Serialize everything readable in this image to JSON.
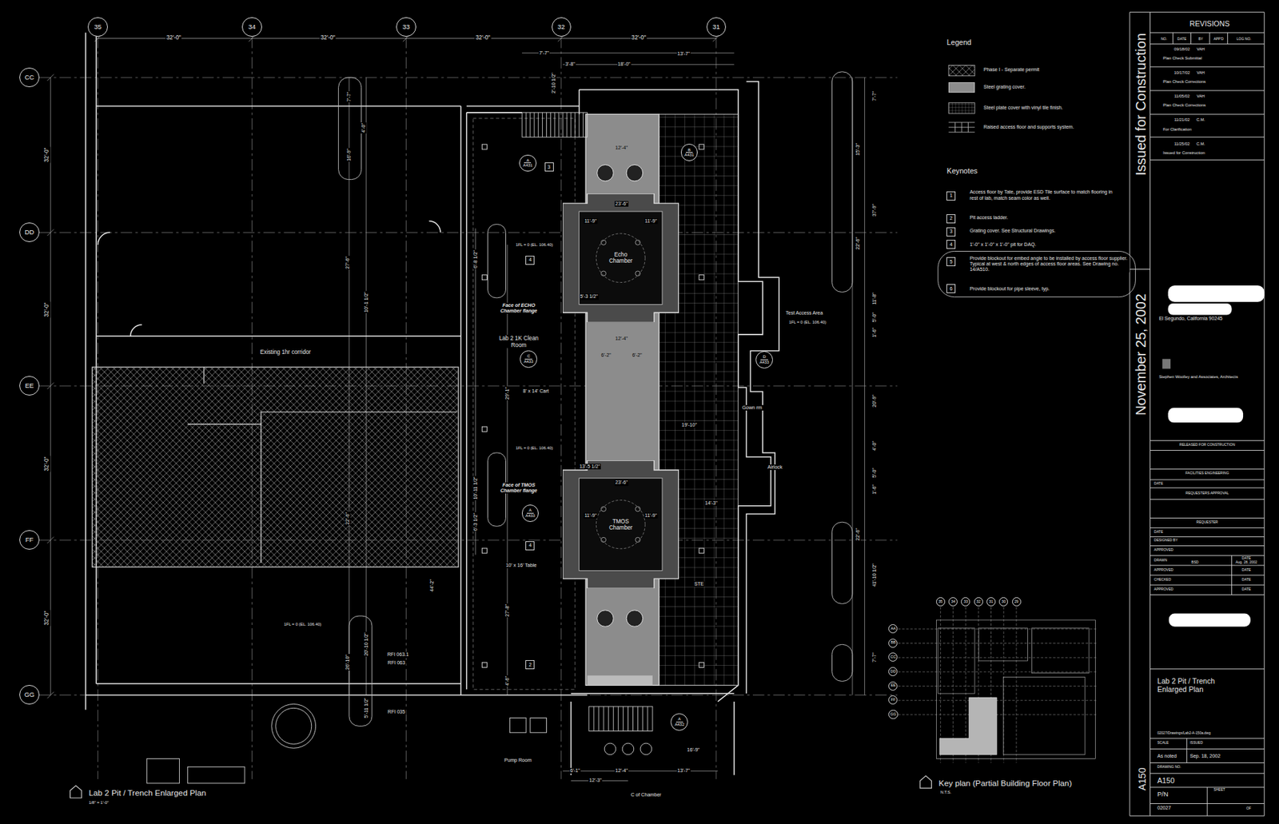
{
  "diagram": {
    "title": "Lab 2 Pit / Trench Enlarged Plan",
    "nodes": [
      {
        "text": [
          "35"
        ]
      },
      {
        "text": [
          "34"
        ]
      },
      {
        "text": [
          "33"
        ]
      },
      {
        "text": [
          "32"
        ]
      },
      {
        "text": [
          "31"
        ]
      },
      {
        "text": [
          "CC"
        ]
      },
      {
        "text": [
          "DD"
        ]
      },
      {
        "text": [
          "EE"
        ]
      },
      {
        "text": [
          "FF"
        ]
      },
      {
        "text": [
          "GG"
        ]
      },
      {
        "text": [
          "Echo Chamber"
        ]
      },
      {
        "text": [
          "TMOS Chamber"
        ]
      },
      {
        "text": [
          "A",
          "A431"
        ]
      },
      {
        "text": [
          "B",
          "A431"
        ]
      },
      {
        "text": [
          "C",
          "A433"
        ]
      },
      {
        "text": [
          "A",
          "A433"
        ]
      },
      {
        "text": [
          "D",
          "A433"
        ]
      },
      {
        "text": [
          "A",
          "A432"
        ]
      },
      {
        "text": [
          "1"
        ]
      },
      {
        "text": [
          "2"
        ]
      },
      {
        "text": [
          "3"
        ]
      },
      {
        "text": [
          "4"
        ]
      },
      {
        "text": [
          "5"
        ]
      },
      {
        "text": [
          "6"
        ]
      },
      {
        "text": [
          "3"
        ]
      },
      {
        "text": [
          "4"
        ]
      },
      {
        "text": [
          "4"
        ]
      },
      {
        "text": [
          "2"
        ]
      },
      {
        "text": [
          "35"
        ]
      },
      {
        "text": [
          "34"
        ]
      },
      {
        "text": [
          "33"
        ]
      },
      {
        "text": [
          "32"
        ]
      },
      {
        "text": [
          "31"
        ]
      },
      {
        "text": [
          "30"
        ]
      },
      {
        "text": [
          "29"
        ]
      },
      {
        "text": [
          "AA"
        ]
      },
      {
        "text": [
          "BB"
        ]
      },
      {
        "text": [
          "CC"
        ]
      },
      {
        "text": [
          "DD"
        ]
      },
      {
        "text": [
          "EE"
        ]
      },
      {
        "text": [
          "FF"
        ]
      },
      {
        "text": [
          "GG"
        ]
      }
    ],
    "labels": [
      "32'-0\"",
      "32'-0\"",
      "32'-0\"",
      "32'-0\"",
      "32'-0\"",
      "32'-0\"",
      "32'-0\"",
      "32'-0\"",
      "7'-7\"",
      "13'-7\"",
      "3'-8\"",
      "18'-0\"",
      "2'-10 1/2\"",
      "12'-4\"",
      "23'-6\"",
      "11'-9\"",
      "11'-9\"",
      "5'-3 1/2\"",
      "12'-4\"",
      "6'-2\"",
      "6'-2\"",
      "19'-10\"",
      "13'-5 1/2\"",
      "23'-6\"",
      "14'-3\"",
      "11'-9\"",
      "11'-9\"",
      "16'-9\"",
      "6'-1\"",
      "12'-4\"",
      "13'-7\"",
      "12'-3\"",
      "7'-7\"",
      "15'-3\"",
      "37'-9\"",
      "22'-6\"",
      "11'-8\"",
      "5'-0\"",
      "1'-6\"",
      "20'-9\"",
      "4'-0\"",
      "5'-0\"",
      "1'-6\"",
      "22'-6\"",
      "41'-10 1/2\"",
      "7'-7\"",
      "7'-7\"",
      "4'-0\"",
      "16'-9\"",
      "6'-8 1/2\"",
      "27'-6\"",
      "10'-1 1/2\"",
      "29'-1\"",
      "10'-11 1/2\"",
      "22'-6\"",
      "6'-3 1/2\"",
      "44'-2\"",
      "27'-8\"",
      "20'-10 1/2\"",
      "26'-10\"",
      "4'-6\"",
      "5'-11 1/2\"",
      "Existing 1hr corridor",
      "Lab 2 1K Clean Room",
      "Face of ECHO Chamber flange",
      "Face of TMOS Chamber flange",
      "8' x 14' Cart",
      "10' x 16' Table",
      "Test Access Area",
      "Gown rm",
      "Airlock",
      "STE",
      "Pump Room",
      "RFI 063.1",
      "RFI 063",
      "RFI 035",
      "1FL = 0 (EL. 106.40)",
      "1FL = 0 (EL. 106.40)",
      "1FL = 0 (EL. 106.40)",
      "1FL = 0 (EL. 106.40)",
      "C of Chamber",
      "1/8\" = 1'-0\"",
      "Key plan (Partial Building Floor Plan)",
      "N.T.S.",
      "Legend",
      "Keynotes",
      "Access floor by Tate, provide ESD Tile surface to match flooring in rest of lab, match seam color as well.",
      "Pit access ladder.",
      "Grating cover. See Structural Drawings.",
      "1'-0\" x 1'-0\" x 1'-0\" pit for DAQ.",
      "Provide blockout for embed angle to be installed by access floor supplier. Typical at west & north edges of access floor areas. See Drawing no. 14/A510.",
      "Provide blockout for pipe sleeve, typ.",
      "REVISIONS",
      "NO.",
      "DATE",
      "BY",
      "APP'D",
      "LOG NO.",
      "09/18/02",
      "VAH",
      "Plan Check Submittal",
      "10/17/02",
      "VAH",
      "Plan Check Corrections",
      "11/05/02",
      "VAH",
      "Plan Check Corrections",
      "11/21/02",
      "C.M.",
      "For Clarification",
      "11/25/02",
      "C.M.",
      "Issued for Construction",
      "Issued for Construction",
      "November 25, 2002",
      "El Segundo, California 90245",
      "Stephen Woolley and Associates, Architects",
      "RELEASED FOR CONSTRUCTION",
      "FACILITIES ENGINEERING",
      "DATE",
      "REQUESTERS APPROVAL",
      "REQUESTER",
      "DATE",
      "DESIGNED BY",
      "APPROVED",
      "DRAWN",
      "BSD",
      "DATE",
      "Aug. 28, 2002",
      "APPROVED",
      "DATE",
      "CHECKED",
      "DATE",
      "APPROVED",
      "DATE",
      "Lab 2 Pit / Trench Enlarged Plan",
      "02027/Drawings/Lab2-A-150a.dwg",
      "SCALE",
      "ISSUED",
      "As noted",
      "Sep. 18, 2002",
      "DRAWING NO.",
      "A150",
      "P/N",
      "SHEET",
      "02027",
      "OF",
      "A150"
    ],
    "legend": [
      {
        "text": "Phase I - Separate permit"
      },
      {
        "text": "Steel grating cover.",
        "color": "#8c8c8c"
      },
      {
        "text": "Steel plate cover with vinyl tile finish."
      },
      {
        "text": "Raised access floor and supports system."
      }
    ]
  }
}
